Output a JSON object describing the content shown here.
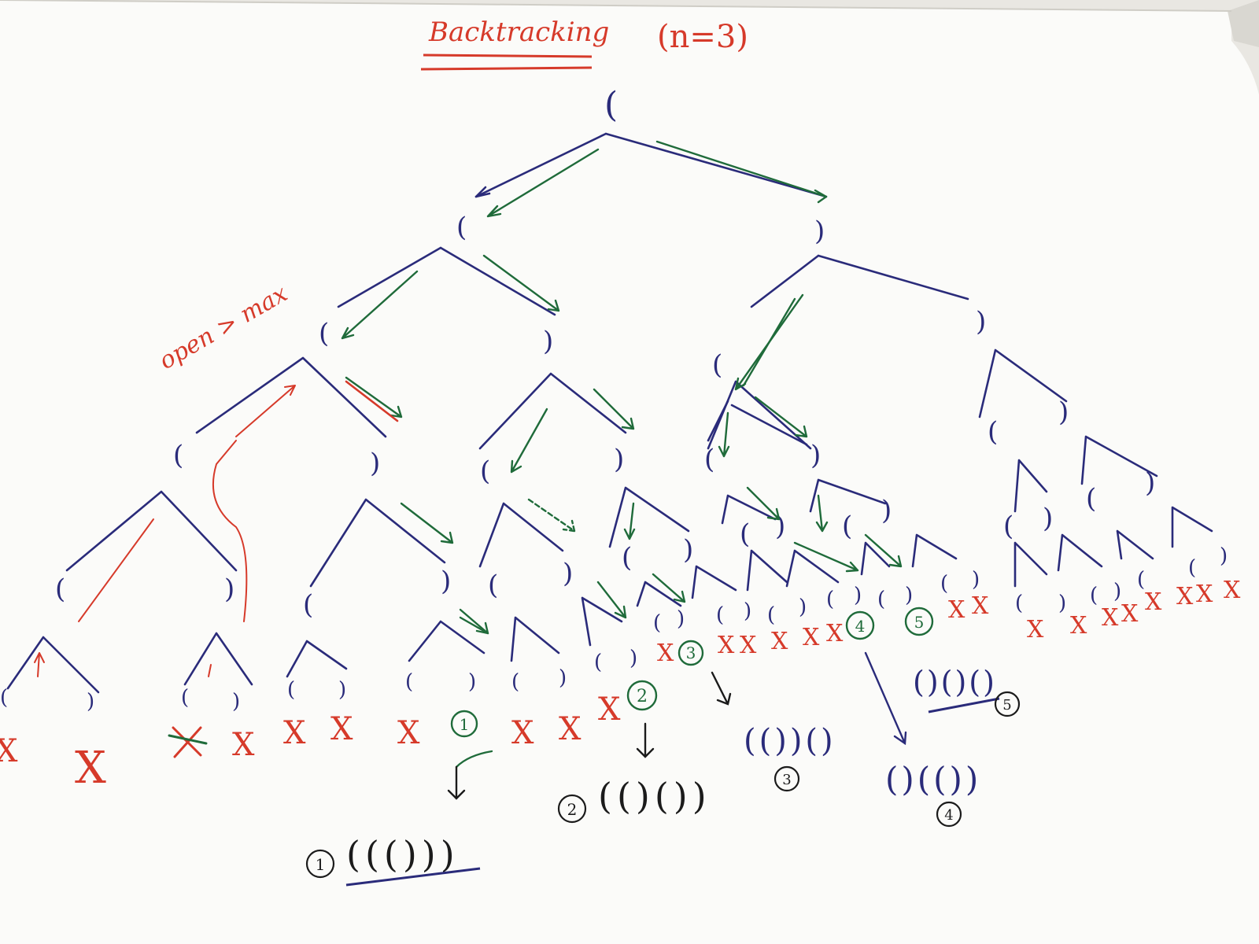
{
  "title": "Backtracking",
  "subtitle": "(n=3)",
  "annotation": "open > max",
  "root_label": "(",
  "results": [
    {
      "index": "1",
      "value": "((()))"
    },
    {
      "index": "2",
      "value": "(()())"
    },
    {
      "index": "3",
      "value": "(())()"
    },
    {
      "index": "4",
      "value": "()(())"
    },
    {
      "index": "5",
      "value": "()()()"
    }
  ],
  "colors": {
    "paper": "#fbfbf9",
    "tree_ink": "#2a2b7a",
    "green_arrows": "#1f6b3a",
    "red_marks": "#d63a2a",
    "black_ink": "#1b1b1b"
  }
}
